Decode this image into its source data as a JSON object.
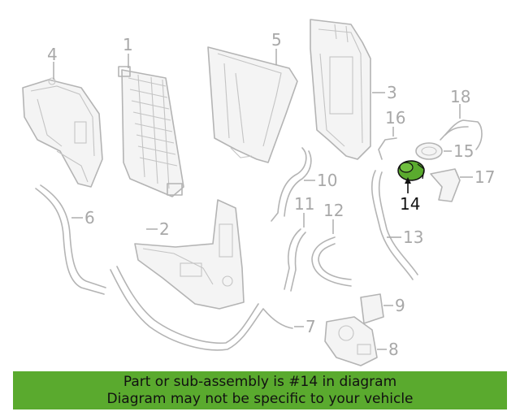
{
  "callouts": {
    "c1": "1",
    "c2": "2",
    "c3": "3",
    "c4": "4",
    "c5": "5",
    "c6": "6",
    "c7": "7",
    "c8": "8",
    "c9": "9",
    "c10": "10",
    "c11": "11",
    "c12": "12",
    "c13": "13",
    "c14": "14",
    "c15": "15",
    "c16": "16",
    "c17": "17",
    "c18": "18"
  },
  "highlight": {
    "part_number": "14",
    "color": "#5aaa2e"
  },
  "footer": {
    "line1": "Part or sub-assembly is #14 in diagram",
    "line2": "Diagram may not be specific to your vehicle",
    "background": "#5aaa2e"
  }
}
